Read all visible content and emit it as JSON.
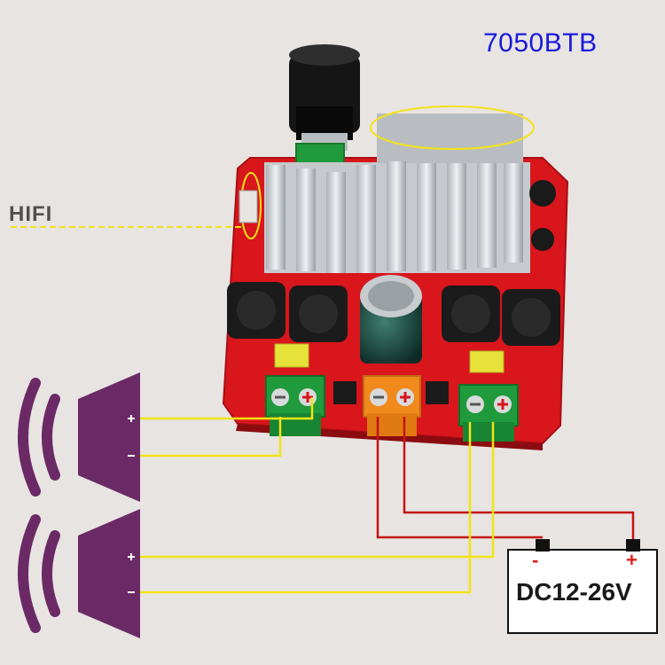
{
  "title": "7050BTB",
  "hifi_label": "HIFI",
  "power_supply": {
    "voltage": "DC12-26V",
    "minus_sign": "-",
    "plus_sign": "+"
  },
  "colors": {
    "board": "#d8161c",
    "heatsink": "#cfd2d6",
    "terminal_green": "#1f9a3c",
    "terminal_orange": "#f08a1c",
    "wire_yellow": "#f3e316",
    "wire_red": "#c41414",
    "speaker": "#6b2a66",
    "title_blue": "#1a1adb"
  }
}
